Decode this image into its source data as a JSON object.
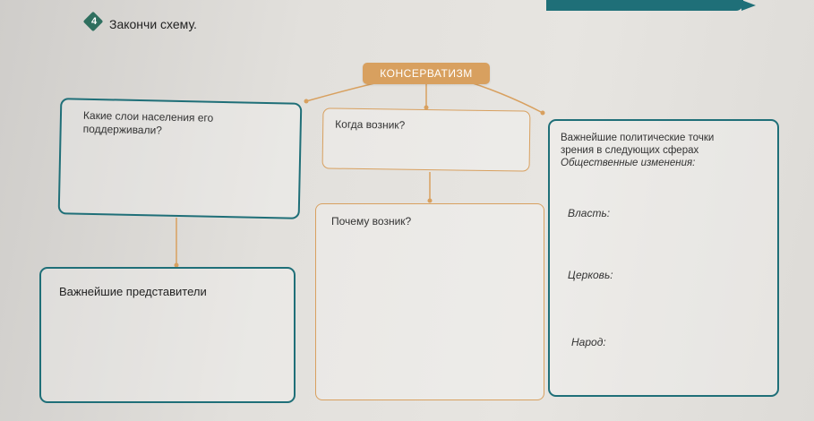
{
  "task": {
    "number": "4",
    "title": "Закончи схему."
  },
  "diagram": {
    "header": "КОНСЕРВАТИЗМ",
    "boxes": {
      "support": "Какие слои населения его поддерживали?",
      "when": "Когда возник?",
      "why": "Почему возник?",
      "representatives": "Важнейшие представители",
      "views": {
        "title_line1": "Важнейшие политические точки",
        "title_line2": "зрения в следующих сферах",
        "title_line3": "Общественные изменения:",
        "power": "Власть:",
        "church": "Церковь:",
        "people": "Народ:"
      }
    }
  },
  "colors": {
    "teal": "#1f6f78",
    "orange": "#d8a05f"
  }
}
